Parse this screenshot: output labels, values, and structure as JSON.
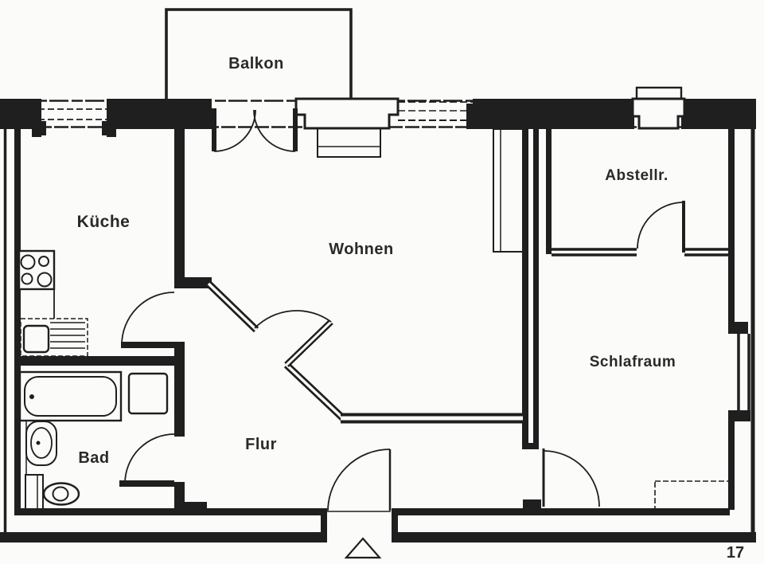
{
  "page": {
    "page_number": "17",
    "background": "#fbfbf9",
    "line_color": "#1f1f1f",
    "text_color": "#2a2a2a"
  },
  "floorplan": {
    "type": "apartment-floor-plan",
    "rooms": {
      "balkon": {
        "label": "Balkon"
      },
      "kueche": {
        "label": "Küche"
      },
      "wohnen": {
        "label": "Wohnen"
      },
      "abstellraum": {
        "label": "Abstellr."
      },
      "schlafraum": {
        "label": "Schlafraum"
      },
      "bad": {
        "label": "Bad"
      },
      "flur": {
        "label": "Flur"
      }
    },
    "doors": [
      "balcony-french-door",
      "kitchen-door",
      "living-room-door",
      "bathroom-door",
      "storage-room-door",
      "bedroom-door",
      "entrance-door"
    ],
    "windows": [
      "kitchen-window",
      "living-room-window-left",
      "living-room-window-right",
      "storage-room-window",
      "bedroom-window"
    ],
    "fixture_icons": [
      "stove-icon",
      "kitchen-sink-icon",
      "drainer-icon",
      "bathtub-icon",
      "washing-machine-icon",
      "washbasin-icon",
      "toilet-icon",
      "cistern-icon",
      "wardrobe-icon",
      "window-bench-icon",
      "radiator-icon",
      "entrance-triangle-icon"
    ]
  }
}
